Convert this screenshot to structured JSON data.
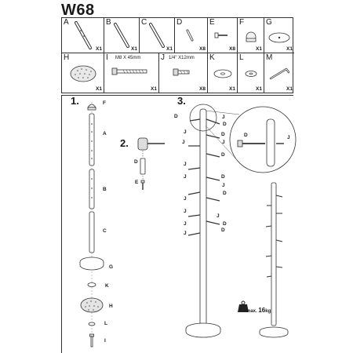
{
  "title": "W68",
  "parts": [
    {
      "letter": "A",
      "qty": "X1"
    },
    {
      "letter": "B",
      "qty": "X1"
    },
    {
      "letter": "C",
      "qty": "X1"
    },
    {
      "letter": "D",
      "qty": "X8"
    },
    {
      "letter": "E",
      "qty": "X8"
    },
    {
      "letter": "F",
      "qty": "X1"
    },
    {
      "letter": "G",
      "qty": "X1"
    },
    {
      "letter": "H",
      "qty": "X1"
    },
    {
      "letter": "I",
      "qty": "X1",
      "dim": "M8 X 45mm"
    },
    {
      "letter": "J",
      "qty": "X8",
      "dim": "1/4\" X12mm"
    },
    {
      "letter": "K",
      "qty": "X1"
    },
    {
      "letter": "L",
      "qty": "X1"
    },
    {
      "letter": "M",
      "qty": "X1"
    }
  ],
  "steps": {
    "s1": "1.",
    "s2": "2.",
    "s3": "3."
  },
  "step1_labels": {
    "F": "F",
    "A": "A",
    "B": "B",
    "C": "C",
    "G": "G",
    "K": "K",
    "H": "H",
    "L": "L",
    "I": "I"
  },
  "step2_labels": {
    "D": "D",
    "E": "E"
  },
  "step3_labels": {
    "D1": "D",
    "J1": "J",
    "D2": "D",
    "J2": "J",
    "D3": "D",
    "J3": "J",
    "J4": "J",
    "D4": "D",
    "J5": "J",
    "J6": "J",
    "D5": "D",
    "J7": "J",
    "J8": "J",
    "D6": "D",
    "J9": "J",
    "J10": "J",
    "D7": "D",
    "J11": "J",
    "J12": "J",
    "D8": "D",
    "zoomD": "D",
    "zoomJ": "J"
  },
  "weight": {
    "prefix": "max.",
    "value": "16",
    "unit": "kg"
  }
}
